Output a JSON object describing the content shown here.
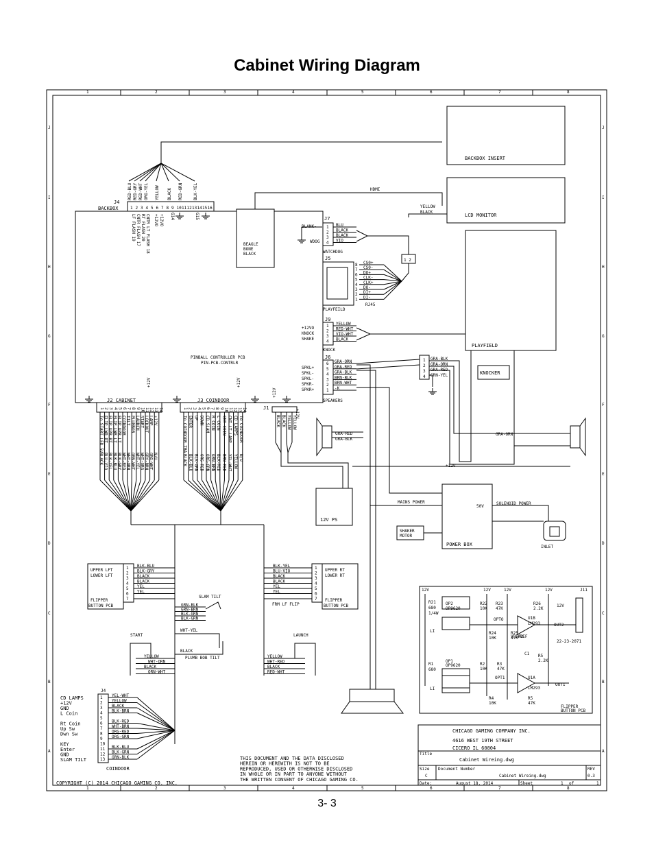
{
  "title": "Cabinet Wiring Diagram",
  "page_number": "3- 3",
  "border": {
    "columns": [
      "1",
      "2",
      "3",
      "4",
      "5",
      "6",
      "7",
      "8"
    ],
    "rows": [
      "J",
      "I",
      "H",
      "G",
      "F",
      "E",
      "D",
      "C",
      "B",
      "A"
    ]
  },
  "blocks": {
    "backbox_insert": "BACKBOX INSERT",
    "lcd_monitor": "LCD MONITOR",
    "hdmi": "HDMI",
    "yellow_black": [
      "YELLOW",
      "BLACK"
    ],
    "beaglebone": [
      "BEAGLE",
      "BONE",
      "BLACK"
    ],
    "controller": [
      "PINBALL CONTROLLER PCB",
      "PIN-PCB-CONTRLR"
    ],
    "playfield_box": "PLAYFIELD",
    "knocker": "KNOCKER",
    "ps12": "12V PS",
    "power_box": "POWER BOX",
    "power_box_volts": "50V",
    "mains_power": "MAINS POWER",
    "solenoid_power": "SOLENOID POWER",
    "shaker_motor": [
      "SHAKER",
      "MOTOR"
    ],
    "inlet": "INLET",
    "plus12v": "+12v",
    "gra_orn": "GRA-ORN",
    "connector_12": "1 2"
  },
  "j4_backbox": {
    "label": "J4",
    "sublabel": "BACKBOX",
    "pins": [
      "1",
      "2",
      "3",
      "4",
      "5",
      "6",
      "7",
      "8",
      "9",
      "10",
      "11",
      "12",
      "13",
      "14",
      "15",
      "16"
    ],
    "wires": [
      "RED-BLU",
      "RED-GRY",
      "RED-WHT",
      "ORG-YEL",
      "YELLOW",
      "BLACK",
      "RED-GRN",
      "BLK-YEL"
    ],
    "functions": [
      "LF FLASH 19",
      "CNTR FLASH 17",
      "RT FLASH 20",
      "CNTR LT FLASH 18",
      "+12VO",
      "+12VO"
    ],
    "grounds": [
      "G14",
      "G15"
    ]
  },
  "j7": {
    "label": "J7",
    "pins": [
      "1",
      "2",
      "3",
      "4"
    ],
    "left": "BLANK-",
    "wires": [
      "BLU",
      "BLACK",
      "BLACK",
      "VIO"
    ],
    "wdog": "WDOG",
    "sub": "WATCHDOG"
  },
  "j5": {
    "label": "J5",
    "pins": [
      "8",
      "7",
      "6",
      "5",
      "4",
      "3",
      "2",
      "1"
    ],
    "wires": [
      "CS0+",
      "CS0-",
      "DO+",
      "CLK-",
      "CLK+",
      "DO-",
      "DI+",
      "DI-"
    ],
    "sub": "RJ45",
    "bottom": "PLAYFEILD"
  },
  "j9": {
    "label": "J9",
    "pins": [
      "1",
      "2",
      "3",
      "4"
    ],
    "left": [
      "+12VO",
      "KNOCK",
      "SHAKE"
    ],
    "wires": [
      "YELLOW",
      "RED-WHT",
      "VIO-WHT",
      "BLACK"
    ],
    "sub": "KNOCK"
  },
  "j6": {
    "label": "J6",
    "pins": [
      "6",
      "5",
      "4",
      "3",
      "2",
      "1"
    ],
    "left": [
      "SPKL+",
      "SPKL-",
      "SPKL-",
      "SPKR-",
      "SPKR+"
    ],
    "wires": [
      "GRA-ORN",
      "GRA-RED",
      "GRA-BLK",
      "BRN-BLK",
      "BRN-WHT",
      "-K"
    ],
    "sub": "SPEAKERS"
  },
  "speaker_conn": {
    "pins": [
      "1",
      "2",
      "3",
      "4"
    ],
    "wires": [
      "GRA-BLK",
      "GRA-ORN",
      "GRA-RED",
      "GRN-YEL"
    ]
  },
  "spk_wires": [
    "GRA-RED",
    "GRA-BLK"
  ],
  "j2": {
    "label": "J2 CABINET",
    "pins": [
      "1",
      "2",
      "3",
      "4",
      "5",
      "6",
      "7",
      "8",
      "9",
      "10",
      "11",
      "12",
      "13",
      "14"
    ],
    "functions": [
      "To START LED 5V",
      "FLIP LWR RT",
      "FLIP UPR RT",
      "FLIP LWR LT",
      "FLIP UPR LT",
      "COINDOOR",
      "TILT",
      "PLUMBOB",
      "LAUNCH",
      "START",
      "LOCKOUT",
      "LAMP",
      "+12V"
    ],
    "wires": [
      "BLACK",
      "BLU-VIO",
      "BLK-YEL",
      "BLK-BLU",
      "BLK-GRY",
      "WHT-RED",
      "WHT-ORN",
      "ORN-WHT",
      "WHT-YEL",
      "WHT-ORG",
      "GRY-BRN",
      "ORG-WHT",
      "N/U"
    ]
  },
  "j3": {
    "label": "J3 COINDOOR",
    "pins": [
      "1",
      "2",
      "3",
      "4",
      "5",
      "6",
      "7",
      "8",
      "9",
      "10",
      "11",
      "12",
      "13",
      "14"
    ],
    "functions": [
      "To COINDOOR TBA",
      "ENTER",
      "UP",
      "DOWN",
      "CD SLAM",
      "R COIN",
      "L COIN",
      "CNT COIN",
      "CNT LT LAMP",
      "CD LAMPS",
      "To COINDOOR"
    ],
    "wires": [
      "BLACK",
      "BLK-BLU",
      "BLK-GRN",
      "ORG-RED",
      "ORG-GRN",
      "GRN-BRN",
      "BLK-RED",
      "BRN-RED",
      "YEL-WHT",
      "YELLOW",
      "N/U"
    ]
  },
  "j1": {
    "label": "J1",
    "top": [
      "+12V",
      "+12V",
      "+12V"
    ],
    "wires": [
      "BLACK",
      "BLACK",
      "YELLOW",
      "YELLOW"
    ]
  },
  "flipper_left": {
    "title": [
      "UPPER LFT",
      "LOWER LFT"
    ],
    "pins": [
      "1",
      "2",
      "3",
      "4",
      "5",
      "6",
      "7"
    ],
    "wires": [
      "BLK-BLU",
      "BLK-GRY",
      "BLACK",
      "BLACK",
      "YEL",
      "YEL",
      ""
    ],
    "pcb": [
      "FLIPPER",
      "BUTTON PCB"
    ]
  },
  "flipper_right": {
    "title": [
      "UPPER RT",
      "LOWER RT"
    ],
    "pins": [
      "1",
      "2",
      "3",
      "4",
      "5",
      "6",
      "7"
    ],
    "wires": [
      "BLK-YEL",
      "BLU-VIO",
      "BLACK",
      "BLACK",
      "YEL",
      "YEL",
      ""
    ],
    "pcb": [
      "FLIPPER",
      "BUTTON PCB"
    ],
    "note": "FRM LF FLIP"
  },
  "slam_tilt": {
    "label": "SLAM TILT",
    "wires": [
      "GRN-BLK",
      "GRN-BRN",
      "BLK-GRN",
      "BLK-GRN"
    ]
  },
  "plumb_bob": {
    "label": "PLUMB BOB TILT",
    "wires": [
      "WHT-YEL",
      "BLACK"
    ]
  },
  "start_sw": {
    "label": "START",
    "wires": [
      "YELLOW",
      "WHT-ORN",
      "BLACK",
      "ORN-WHT"
    ]
  },
  "launch_sw": {
    "label": "LAUNCH",
    "wires": [
      "YELLOW",
      "WHT-RED",
      "BLACK",
      "RED-WHT"
    ]
  },
  "j4_coindoor": {
    "label": "J4",
    "functions": [
      "CD LAMPS",
      "+12V",
      "GND",
      "L Coin",
      "",
      "Rt Coin",
      "Up Sw",
      "Dwn Sw",
      "",
      "KEY",
      "Enter",
      "GND",
      "SLAM TILT"
    ],
    "pins": [
      "1",
      "2",
      "3",
      "4",
      "5",
      "6",
      "7",
      "8",
      "9",
      "10",
      "11",
      "12",
      "13"
    ],
    "wires": [
      "YEL-WHT",
      "YELLOW",
      "BLACK",
      "BLK-BRN",
      "",
      "BLK-RED",
      "WHT-BRN",
      "ORG-RED",
      "ORG-GRN",
      "",
      "BLK-BLU",
      "BLK-GRN",
      "GRN-BLK"
    ],
    "sub": "COINDOOR"
  },
  "flipper_schematic": {
    "labels": [
      "12V",
      "12V",
      "12V",
      "12V",
      "12V",
      "R21",
      "680",
      "1/4W",
      "OP2",
      "OP9620",
      "R22",
      "10K",
      "R23",
      "47K",
      "R26",
      "2.2K",
      "U1B",
      "LM293",
      "OPTO",
      "R24",
      "10K",
      "R25",
      "47K",
      "VREF2",
      "VREF",
      "J11",
      "22-23-2071",
      "R1",
      "680",
      "OP1",
      "OP9620",
      "R2",
      "10K",
      "R3",
      "47K",
      "C1",
      "R5",
      "2.2K",
      "U1A",
      "LM293",
      "OPT1",
      "R4",
      "10K",
      "R5",
      "47K",
      "OUT1",
      "OUT2",
      "FLIPPER",
      "BUTTON PCB",
      "LI",
      "LI"
    ]
  },
  "disclaimer": [
    "THIS DOCUMENT AND THE DATA DISCLOSED",
    "HEREIN OR HEREWITH IS NOT TO BE",
    "REPRODUCED, USED OR OTHERWISE DISCLOSED",
    "IN WHOLE OR IN PART TO ANYONE WITHOUT",
    "THE WRITTEN CONSENT OF CHICAGO GAMING CO."
  ],
  "copyright": "COPYRIGHT (C) 2014 CHICAGO GAMING CO. INC.",
  "title_block": {
    "company": "CHICAGO GAMING COMPANY INC.",
    "address1": "4616 WEST 19TH STREET",
    "address2": "CICERO IL 60804",
    "title_label": "Title",
    "title": "Cabinet Wireing.dwg",
    "size_label": "Size",
    "size": "C",
    "docnum_label": "Document Number",
    "docnum": "Cabinet Wireing.dwg",
    "rev_label": "REV",
    "rev": "0.3",
    "date_label": "Date:",
    "date": "August 18, 2014",
    "sheet_label": "Sheet",
    "sheet": "1",
    "of_label": "of",
    "of": "1"
  }
}
